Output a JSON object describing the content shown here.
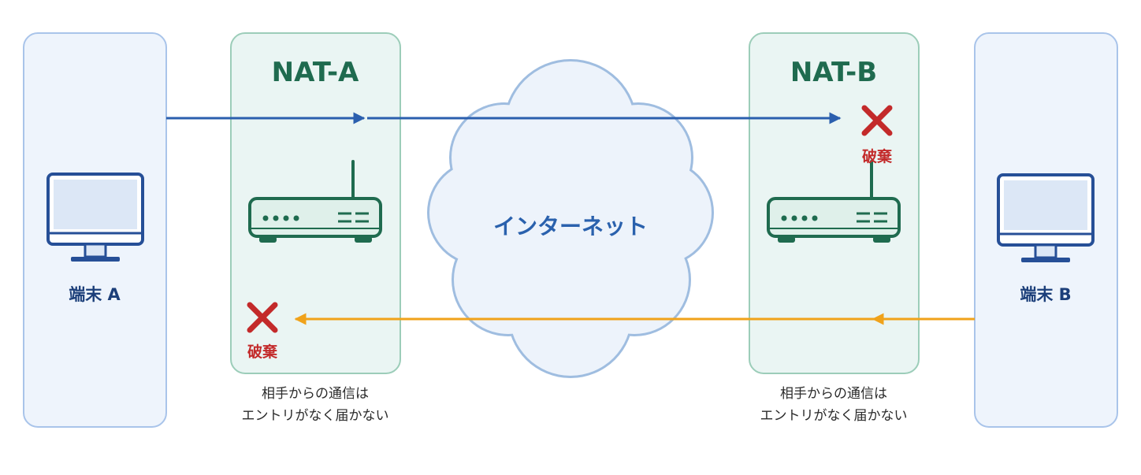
{
  "terminals": {
    "a": {
      "label": "端末 A",
      "icon": "monitor-icon"
    },
    "b": {
      "label": "端末 B",
      "icon": "monitor-icon"
    }
  },
  "nats": {
    "a": {
      "title": "NAT-A",
      "icon": "router-icon"
    },
    "b": {
      "title": "NAT-B",
      "icon": "router-icon"
    }
  },
  "internet": {
    "label": "インターネット",
    "icon": "cloud-icon"
  },
  "discard_label": "破棄",
  "notes": {
    "a": {
      "line1": "相手からの通信は",
      "line2": "エントリがなく届かない"
    },
    "b": {
      "line1": "相手からの通信は",
      "line2": "エントリがなく届かない"
    }
  },
  "colors": {
    "terminal_fill": "#eef4fc",
    "terminal_border": "#a9c4ea",
    "nat_fill": "#eaf5f3",
    "nat_border": "#9ccdb9",
    "nat_text": "#1f6b4f",
    "arrow_blue": "#2b5fae",
    "arrow_orange": "#f0a21a",
    "discard_red": "#c32a2a",
    "cloud_fill": "#edf3fb",
    "cloud_border": "#9fbde0"
  }
}
